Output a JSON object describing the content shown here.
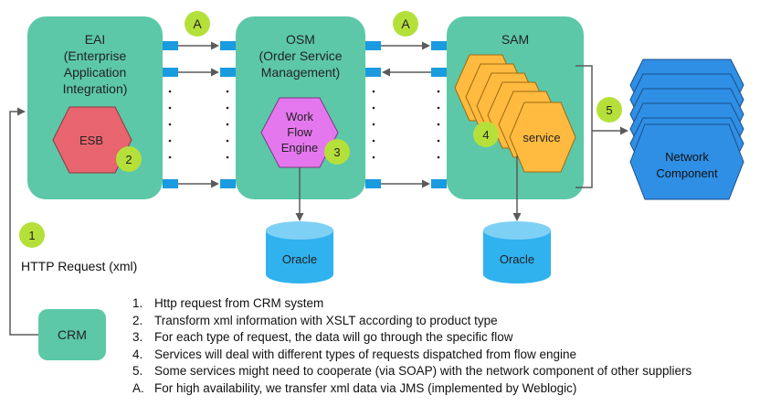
{
  "eai": {
    "title": "EAI",
    "lines": [
      "(Enterprise",
      "Application",
      "Integration)"
    ],
    "esb": "ESB",
    "badge": "2"
  },
  "osm": {
    "title": "OSM",
    "lines": [
      "(Order Service",
      "Management)"
    ],
    "engine": [
      "Work",
      "Flow",
      "Engine"
    ],
    "badge": "3"
  },
  "sam": {
    "title": "SAM",
    "service": "service",
    "badge": "4"
  },
  "network": {
    "lines": [
      "Network",
      "Component"
    ]
  },
  "badges": {
    "jms_left": "A",
    "jms_right": "A",
    "soap": "5",
    "http": "1"
  },
  "oracle_left": "Oracle",
  "oracle_right": "Oracle",
  "http_label": "HTTP Request (xml)",
  "crm": "CRM",
  "legend": [
    {
      "marker": "1.",
      "text": "Http request from CRM system"
    },
    {
      "marker": "2.",
      "text": "Transform xml information with XSLT according to product type"
    },
    {
      "marker": "3.",
      "text": "For each type of request, the data will go through the specific flow"
    },
    {
      "marker": "4.",
      "text": "Services will deal with different types of requests dispatched from flow engine"
    },
    {
      "marker": "5.",
      "text": "Some services might need to cooperate (via SOAP) with the network component of other suppliers"
    },
    {
      "marker": "A.",
      "text": "For high availability, we transfer xml data via JMS (implemented by Weblogic)"
    }
  ],
  "colors": {
    "teal": "#5cc8a8",
    "esb": "#e8646e",
    "engine": "#e477ee",
    "service": "#ffbb40",
    "network": "#2f8fe5",
    "badge": "#b5e03a",
    "oracle": "#2fb2ee",
    "connector": "#1a9be0",
    "line": "#5a5a5a"
  }
}
